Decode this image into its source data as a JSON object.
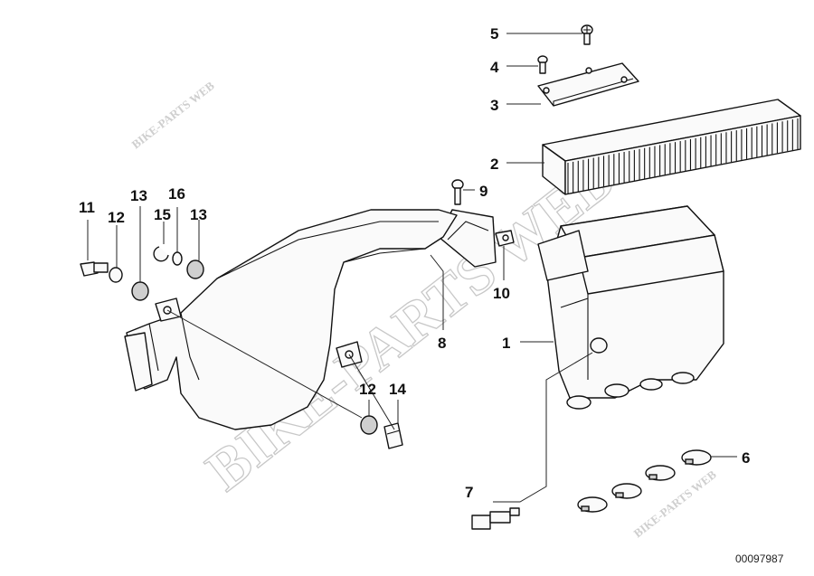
{
  "watermark": {
    "main": "BIKE-PARTS WEB",
    "small": "BIKE-PARTS WEB"
  },
  "diagram_ref": "00097987",
  "callouts": {
    "c1": "1",
    "c2": "2",
    "c3": "3",
    "c4": "4",
    "c5": "5",
    "c6": "6",
    "c7": "7",
    "c8": "8",
    "c9": "9",
    "c10": "10",
    "c11": "11",
    "c12a": "12",
    "c12b": "12",
    "c13a": "13",
    "c13b": "13",
    "c14": "14",
    "c15": "15",
    "c16": "16"
  },
  "colors": {
    "ink": "#111111",
    "watermark": "#c8c8c8",
    "background": "#ffffff"
  }
}
